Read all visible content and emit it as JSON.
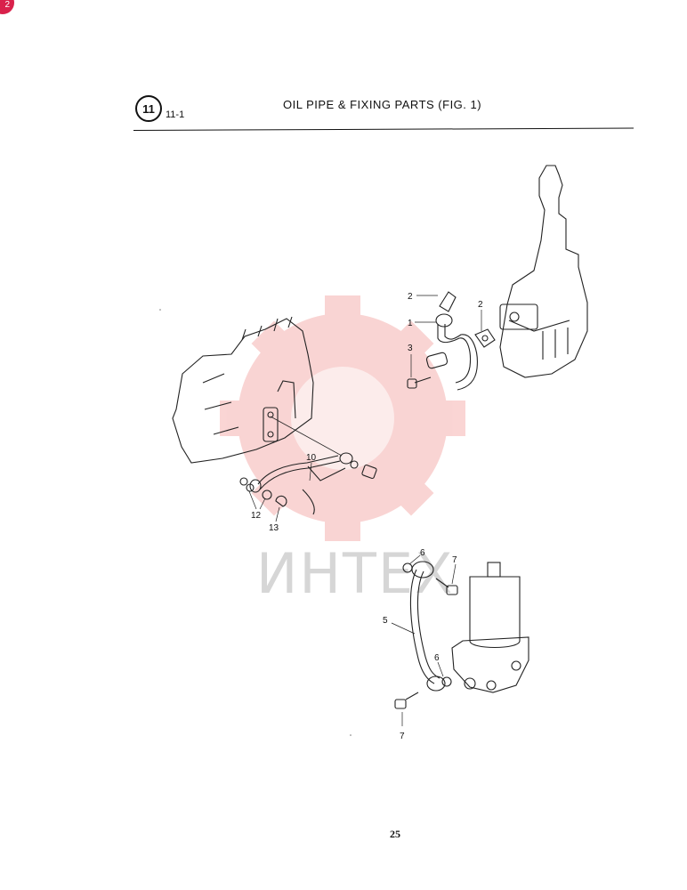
{
  "corner_badge": "2",
  "header": {
    "section_number": "11",
    "section_sub": "11-1",
    "title": "OIL PIPE & FIXING PARTS (FIG. 1)"
  },
  "watermark": {
    "text": "ИНТЕХ",
    "color": "#e8413c"
  },
  "callouts": [
    {
      "id": "c-2a",
      "label": "2"
    },
    {
      "id": "c-1",
      "label": "1"
    },
    {
      "id": "c-2b",
      "label": "2"
    },
    {
      "id": "c-3",
      "label": "3"
    },
    {
      "id": "c-10",
      "label": "10"
    },
    {
      "id": "c-12",
      "label": "12"
    },
    {
      "id": "c-13",
      "label": "13"
    },
    {
      "id": "c-6a",
      "label": "6"
    },
    {
      "id": "c-7a",
      "label": "7"
    },
    {
      "id": "c-5",
      "label": "5"
    },
    {
      "id": "c-6b",
      "label": "6"
    },
    {
      "id": "c-7b",
      "label": "7"
    }
  ],
  "page_number": "25"
}
